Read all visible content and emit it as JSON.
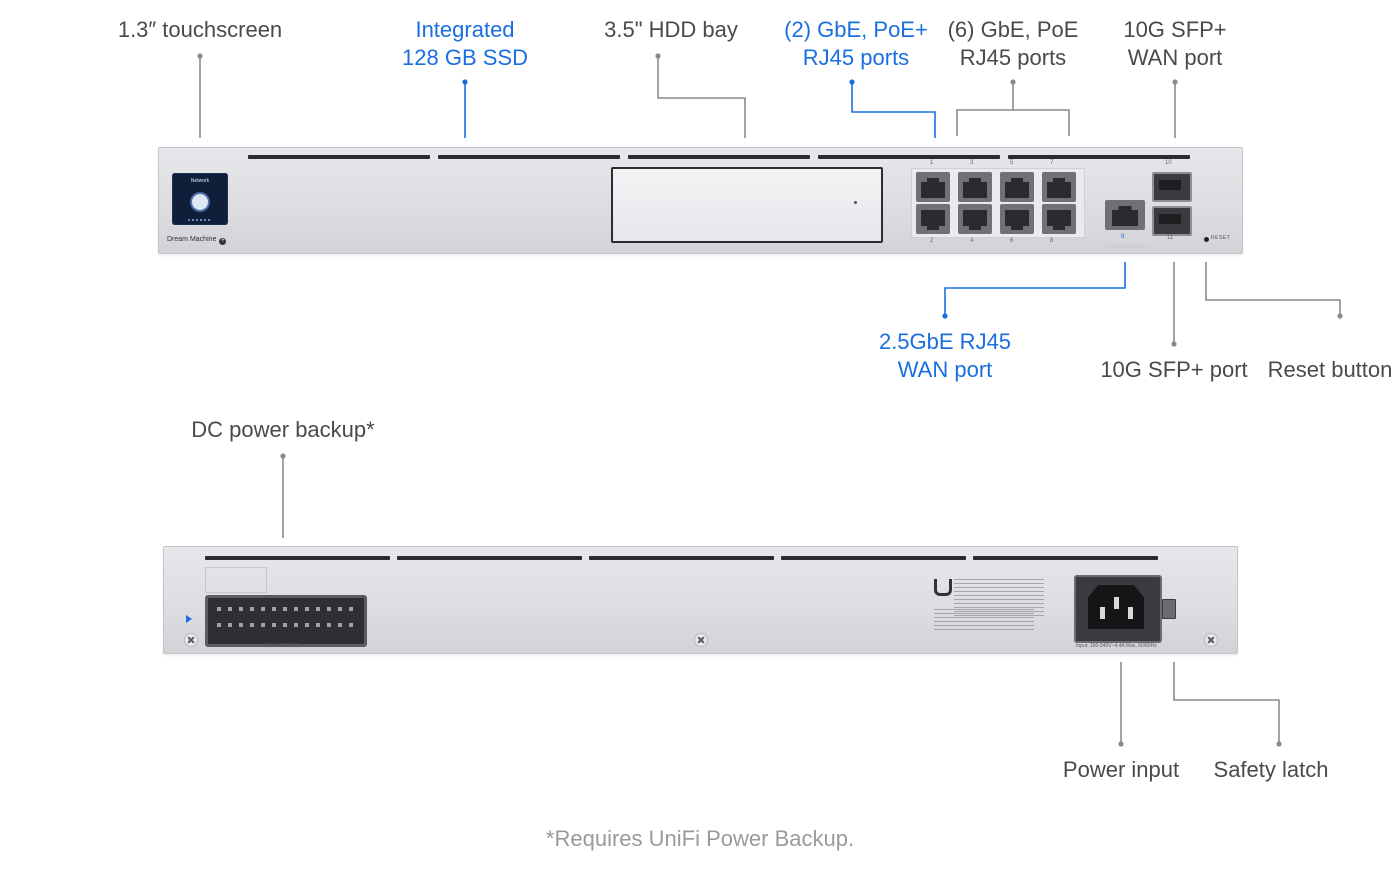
{
  "front_labels": {
    "touchscreen": [
      "1.3″ touchscreen"
    ],
    "ssd": [
      "Integrated",
      "128 GB SSD"
    ],
    "hdd_bay": [
      "3.5\" HDD bay"
    ],
    "poe_plus_ports": [
      "(2) GbE, PoE+",
      "RJ45 ports"
    ],
    "poe_ports": [
      "(6) GbE, PoE",
      "RJ45 ports"
    ],
    "sfp_wan": [
      "10G SFP+",
      "WAN port"
    ],
    "wan_rj45": [
      "2.5GbE RJ45",
      "WAN port"
    ],
    "sfp_port": [
      "10G SFP+ port"
    ],
    "reset_button": [
      "Reset button"
    ]
  },
  "rear_labels": {
    "dc_power": [
      "DC power backup*"
    ],
    "power_input": [
      "Power input"
    ],
    "safety_latch": [
      "Safety latch"
    ]
  },
  "footnote": "*Requires UniFi Power Backup.",
  "device_text": {
    "screen_title": "Network",
    "brand": "Dream Machine",
    "reset": "RESET",
    "usp_connect": "USP CONNECT",
    "port_numbers_top": [
      "1",
      "3",
      "5",
      "7"
    ],
    "port_numbers_bottom": [
      "2",
      "4",
      "6",
      "8"
    ],
    "wan_port_number": "9",
    "sfp_top_number": "10",
    "sfp_bottom_number": "11",
    "power_rating": "Input: 100-240V~4.4A Max, 50/60Hz"
  },
  "colors": {
    "accent_blue": "#1a6fe0",
    "label_gray": "#4a4a4a",
    "footnote_gray": "#9a9a9a",
    "leader_gray": "#8a8a8a"
  }
}
